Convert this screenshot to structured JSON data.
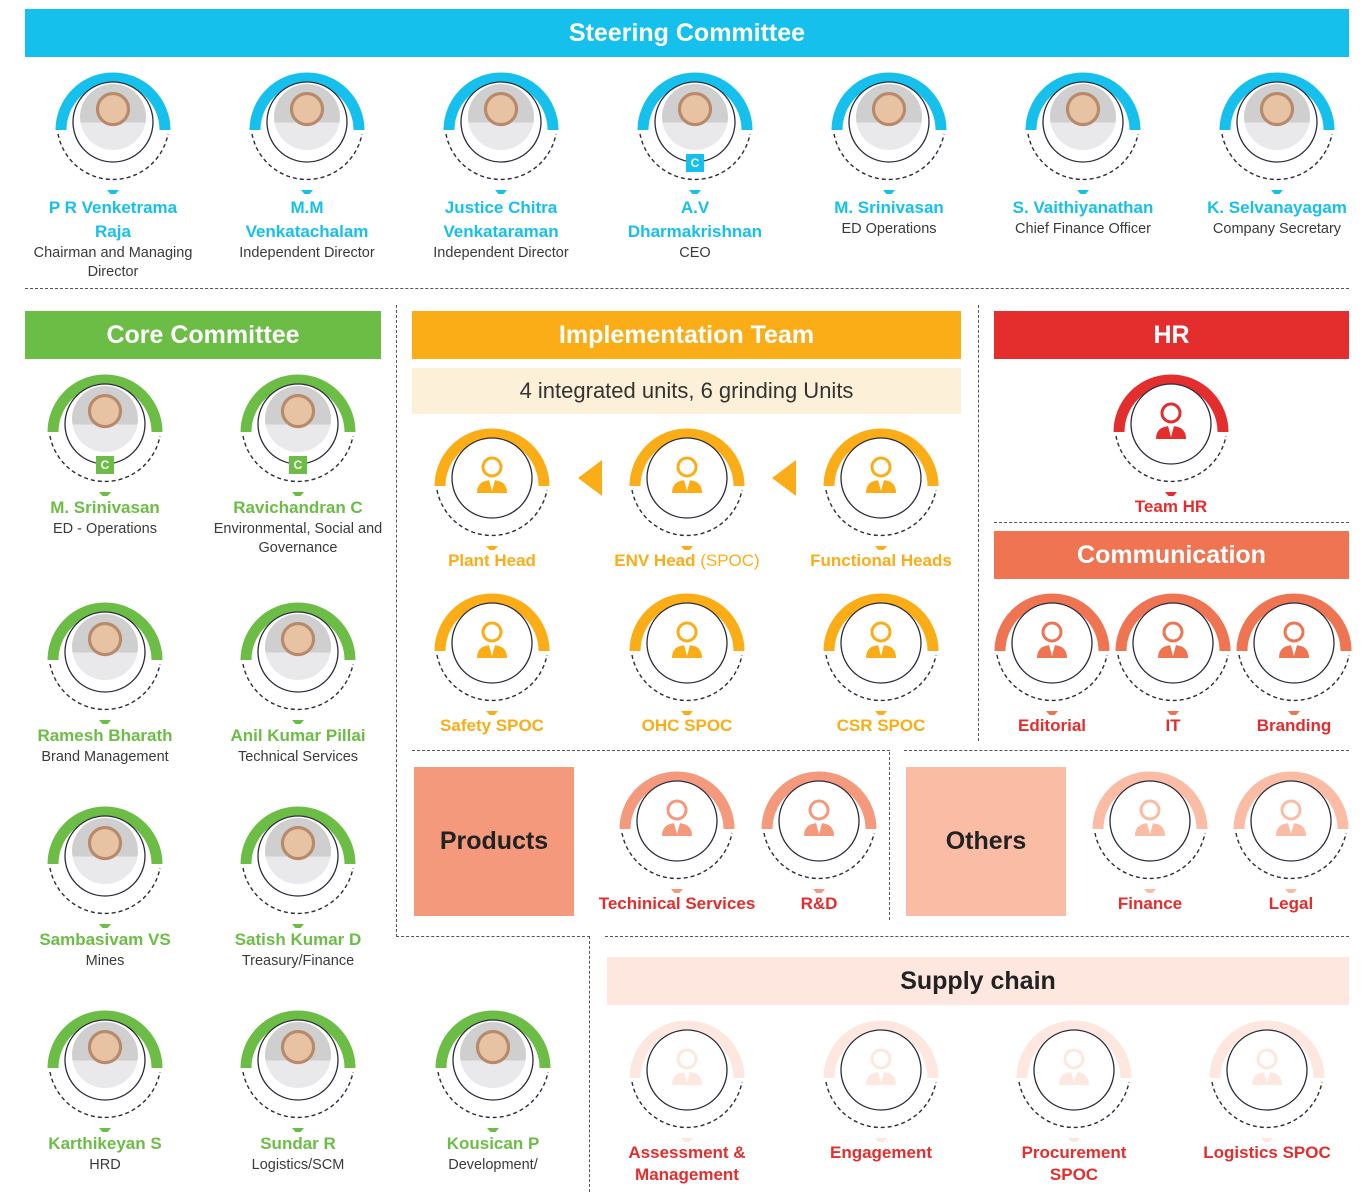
{
  "colors": {
    "steering": "#16c0ed",
    "core": "#6cbd45",
    "implementation": "#fbad18",
    "hr": "#e42d2d",
    "communication": "#ef7452",
    "products": "#f4997b",
    "others": "#fbbca6",
    "supply": "#fde7de"
  },
  "steering": {
    "title": "Steering Committee",
    "members": [
      {
        "name": "P R Venketrama Raja",
        "role": "Chairman and Managing Director"
      },
      {
        "name": "M.M Venkatachalam",
        "role": "Independent Director"
      },
      {
        "name": "Justice Chitra Venkataraman",
        "role": "Independent Director"
      },
      {
        "name": "A.V Dharmakrishnan",
        "role": "CEO",
        "badge": "C"
      },
      {
        "name": "M. Srinivasan",
        "role": "ED Operations"
      },
      {
        "name": "S. Vaithiyanathan",
        "role": "Chief Finance Officer"
      },
      {
        "name": "K. Selvanayagam",
        "role": "Company Secretary"
      }
    ]
  },
  "core": {
    "title": "Core Committee",
    "members": [
      {
        "name": "M. Srinivasan",
        "role": "ED - Operations",
        "badge": "C"
      },
      {
        "name": "Ravichandran C",
        "role": "Environmental, Social and Governance",
        "badge": "C"
      },
      {
        "name": "Ramesh Bharath",
        "role": "Brand Management"
      },
      {
        "name": "Anil Kumar Pillai",
        "role": "Technical Services"
      },
      {
        "name": "Sambasivam VS",
        "role": "Mines"
      },
      {
        "name": "Satish Kumar D",
        "role": "Treasury/Finance"
      },
      {
        "name": "Karthikeyan S",
        "role": "HRD"
      },
      {
        "name": "Sundar R",
        "role": "Logistics/SCM"
      },
      {
        "name": "Kousican P",
        "role": "Development/ management"
      }
    ]
  },
  "implementation": {
    "title": "Implementation Team",
    "subtitle": "4 integrated units, 6 grinding Units",
    "units": [
      {
        "label": "Plant Head"
      },
      {
        "label": "ENV Head",
        "suffix": "(SPOC)"
      },
      {
        "label": "Functional Heads"
      },
      {
        "label": "Safety SPOC"
      },
      {
        "label": "OHC SPOC"
      },
      {
        "label": "CSR SPOC"
      }
    ]
  },
  "hr": {
    "title": "HR",
    "unit": "Team HR"
  },
  "communication": {
    "title": "Communication",
    "units": [
      "Editorial",
      "IT",
      "Branding"
    ]
  },
  "products": {
    "title": "Products",
    "units": [
      "Techinical Services",
      "R&D"
    ]
  },
  "others": {
    "title": "Others",
    "units": [
      "Finance",
      "Legal"
    ]
  },
  "supply_chain": {
    "title": "Supply chain",
    "units": [
      "Assessment & Management",
      "Engagement",
      "Procurement SPOC",
      "Logistics SPOC"
    ]
  },
  "icons": {
    "person": "person-icon",
    "photo": "portrait-photo",
    "pointer": "triangle-pointer-icon"
  }
}
